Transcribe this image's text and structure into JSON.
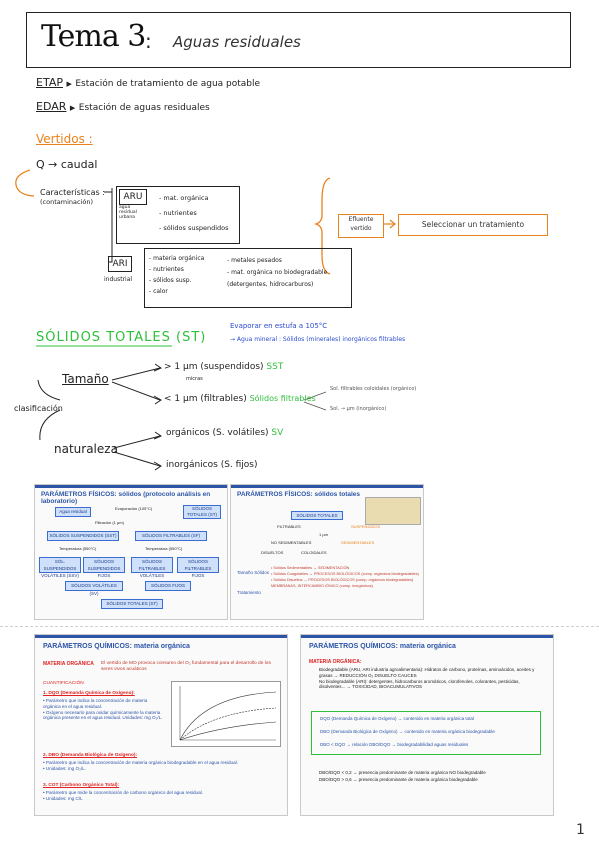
{
  "header": {
    "title": "Tema 3",
    "colon": ":",
    "subtitle": "Aguas residuales"
  },
  "abbr": {
    "etap": {
      "code": "ETAP",
      "arrow": "▶",
      "text": "Estación de tratamiento de agua potable"
    },
    "edar": {
      "code": "EDAR",
      "arrow": "▶",
      "text": "Estación de aguas residuales"
    }
  },
  "vertidos": {
    "heading": "Vertidos :",
    "q_label": "Q → caudal",
    "caract": "Características :",
    "caract_sub": "(contaminación)",
    "aru": {
      "code": "ARU",
      "desc": "agua residual urbana",
      "items": [
        "- mat. orgánica",
        "- nutrientes",
        "- sólidos suspendidos"
      ]
    },
    "ari": {
      "code": "ARI",
      "desc": "industrial",
      "items_left": [
        "- materia orgánica",
        "- nutrientes",
        "- sólidos susp.",
        "- calor"
      ],
      "items_right": [
        "- metales pesados",
        "- mat. orgánica no biodegradable",
        "(detergentes, hidrocarburos)"
      ]
    },
    "effluent_box": "Efluente vertido",
    "treatment_box": "Seleccionar un tratamiento"
  },
  "solidos": {
    "heading": "SÓLIDOS TOTALES (ST)",
    "note1": "Evaporar en estufa a 105°C",
    "note2": "→ Agua mineral : Sólidos (minerales) inorgánicos filtrables",
    "clasif": "clasificación",
    "tamano": "Tamaño",
    "naturaleza": "naturaleza",
    "gt": "> 1 μm (suspendidos)",
    "gt_code": "SST",
    "gt_sub": "micras",
    "lt": "< 1 μm (filtrables)",
    "lt_code": "Sólidos filtrables",
    "lt_sub1": "Sol. filtrables coloidales (orgánico)",
    "lt_sub2": "Sol. → μm (inorgánico)",
    "org": "orgánicos (S. volátiles)",
    "org_code": "SV",
    "inorg": "inorgánicos (S. fijos)"
  },
  "slide1": {
    "title": "PARÁMETROS FÍSICOS: sólidos (protocolo análisis en laboratorio)",
    "boxes": [
      "Agua residual",
      "Evaporación (105°C)",
      "SÓLIDOS TOTALES (ST)",
      "Filtración (1 μm)",
      "SÓLIDOS SUSPENDIDOS (SST)",
      "SÓLIDOS FILTRABLES (SF)",
      "SÓL. SUSPENDIDOS VOLÁTILES (SSV)",
      "SÓLIDOS SUSPENDIDOS FIJOS",
      "SÓLIDOS FILTRABLES VOLÁTILES",
      "SÓLIDOS FILTRABLES FIJOS",
      "SÓLIDOS VOLÁTILES (SV)",
      "SÓLIDOS FIJOS",
      "SÓLIDOS TOTALES (ST)"
    ],
    "temp1": "Temperatura (550°C)",
    "temp2": "Temperatura (550°C)"
  },
  "slide2": {
    "title": "PARÁMETROS FÍSICOS: sólidos totales",
    "boxes": [
      "SÓLIDOS TOTALES",
      "FILTRABLES",
      "SUSPENDIDOS",
      "NO SEDIMENTABLES",
      "SEDIMENTABLES",
      "DISUELTOS",
      "COLOIDALES"
    ],
    "size": "1 μm",
    "left_label": "Tamaño Sólidos",
    "left_label2": "Tratamiento",
    "lines": [
      "• Sólidos Sedimentables → SEDIMENTACIÓN",
      "• Sólidos Coagulables → PROCESOS BIOLÓGICOS (comp. orgánicos biodegradables)",
      "• Sólidos Disueltos → PROCESOS BIOLÓGICOS (comp. orgánicos biodegradables)",
      "MEMBRANAS, INTERCAMBIO IÓNICO (comp. inorgánicos)"
    ]
  },
  "slide3": {
    "title": "PARÁMETROS QUÍMICOS: materia orgánica",
    "mo_label": "MATERIA ORGÁNICA",
    "mo_text": "El vertido de MO provoca consumo del O₂ fundamental para el desarrollo de los seres vivos acuáticos",
    "cuant": "CUANTIFICACIÓN",
    "dqo_h": "1. DQO (Demanda Química de Oxígeno):",
    "dqo_lines": [
      "• Parámetro que indica la concentración de materia orgánica en el agua residual.",
      "• Oxígeno necesario para oxidar químicamente la materia orgánica presente en el agua residual. Unidades: mg O₂/L."
    ],
    "dbo_h": "2. DBO (Demanda Biológica de Oxígeno):",
    "dbo_lines": [
      "• Parámetro que indica la concentración de materia orgánica biodegradable en el agua residual.",
      "• Unidades: mg O₂/L."
    ],
    "cot_h": "3. COT (Carbono Orgánico Total):",
    "cot_lines": [
      "• Parámetro que mide la concentración de carbono orgánico del agua residual.",
      "• Unidades: mg C/L"
    ]
  },
  "slide4": {
    "title": "PARÁMETROS QUÍMICOS: materia orgánica",
    "mo_label": "MATERIA ORGÁNICA:",
    "lines": [
      "Biodegradable (ARU, ARI industria agroalimentaria): Hidratos de carbono, proteínas, aminoácidos, aceites y grasas → REDUCCIÓN O₂ DISUELTO CAUCES",
      "No biodegradable (ARI): detergentes, hidrocarburos aromáticos, clorofenoles, colorantes, pesticidas, disolventes... → TOXICIDAD, BIOACUMULATIVOS"
    ],
    "box_lines": [
      "DQO (Demanda Química de Oxígeno) → contenido en materia orgánica total",
      "DBO (Demanda Biológica de Oxígeno) → contenido en materia orgánica biodegradable",
      "DBO < DQO → relación DBO/DQO → biodegradabilidad aguas residuales"
    ],
    "r1": "DBO/DQO < 0,2 → presencia predominante de materia orgánica NO biodegradable",
    "r2": "DBO/DQO > 0,6 → presencia predominante de materia orgánica biodegradable"
  },
  "page_number": "1",
  "colors": {
    "orange": "#e8821c",
    "green": "#2fbf3a",
    "blue": "#2b4ccf",
    "slide_blue": "#2c55a8",
    "red": "#e02222"
  }
}
